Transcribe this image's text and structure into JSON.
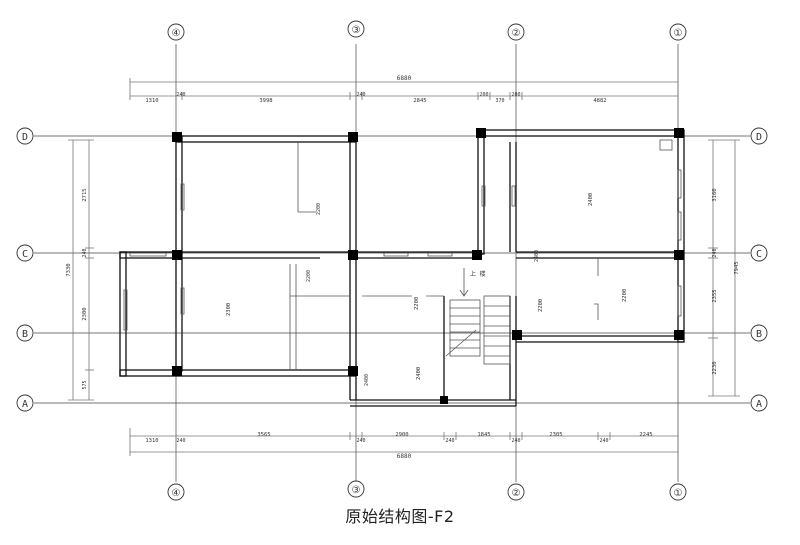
{
  "title": "原始结构图-F2",
  "axes": {
    "vertical": [
      "④",
      "③",
      "②",
      "①"
    ],
    "horizontal": [
      "D",
      "C",
      "B",
      "A"
    ]
  },
  "dims": {
    "top_total": "6880",
    "top": [
      "1310",
      "240",
      "3998",
      "240",
      "2845",
      "200",
      "370",
      "200",
      "4882"
    ],
    "bottom_total": "6880",
    "bottom": [
      "1310",
      "240",
      "3565",
      "240",
      "2900",
      "240",
      "1845",
      "240",
      "2305",
      "240",
      "2245"
    ],
    "left": [
      "2715",
      "240",
      "2300",
      "575"
    ],
    "left_total": "7330",
    "right": [
      "3160",
      "240",
      "2355",
      "2230"
    ],
    "right_total": "7945"
  },
  "room_labels": [
    "2200",
    "2300",
    "2200",
    "2400",
    "2400",
    "2200",
    "2200",
    "2400",
    "2400",
    "2200"
  ],
  "stair_label": "上 楼"
}
